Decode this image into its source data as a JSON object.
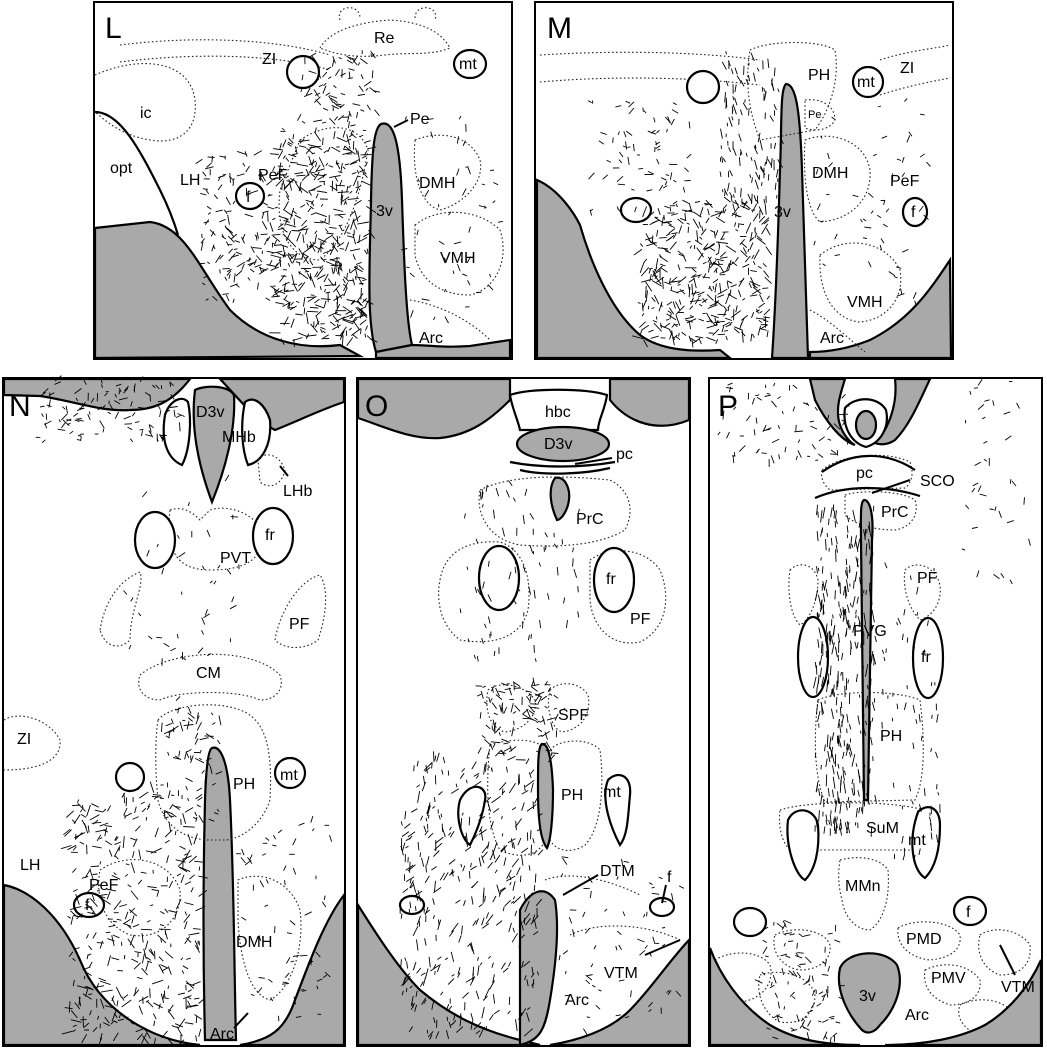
{
  "panels": [
    {
      "letter": "L",
      "labels": [
        "Re",
        "ZI",
        "mt",
        "ic",
        "Pe",
        "opt",
        "LH",
        "PeF",
        "DMH",
        "f",
        "3v",
        "VMH",
        "Arc"
      ]
    },
    {
      "letter": "M",
      "labels": [
        "PH",
        "mt",
        "ZI",
        "Pe",
        "3v",
        "DMH",
        "PeF",
        "f",
        "VMH",
        "Arc"
      ]
    },
    {
      "letter": "N",
      "labels": [
        "D3v",
        "MHb",
        "LHb",
        "fr",
        "PVT",
        "PF",
        "CM",
        "ZI",
        "PH",
        "mt",
        "LH",
        "PeF",
        "f",
        "DMH",
        "Arc"
      ]
    },
    {
      "letter": "O",
      "labels": [
        "hbc",
        "D3v",
        "pc",
        "PrC",
        "fr",
        "PF",
        "SPF",
        "PH",
        "mt",
        "DTM",
        "f",
        "VTM",
        "Arc"
      ]
    },
    {
      "letter": "P",
      "labels": [
        "pc",
        "SCO",
        "PrC",
        "PF",
        "PVG",
        "fr",
        "PH",
        "SuM",
        "mt",
        "MMn",
        "f",
        "PMD",
        "PMV",
        "VTM",
        "3v",
        "Arc"
      ]
    }
  ]
}
